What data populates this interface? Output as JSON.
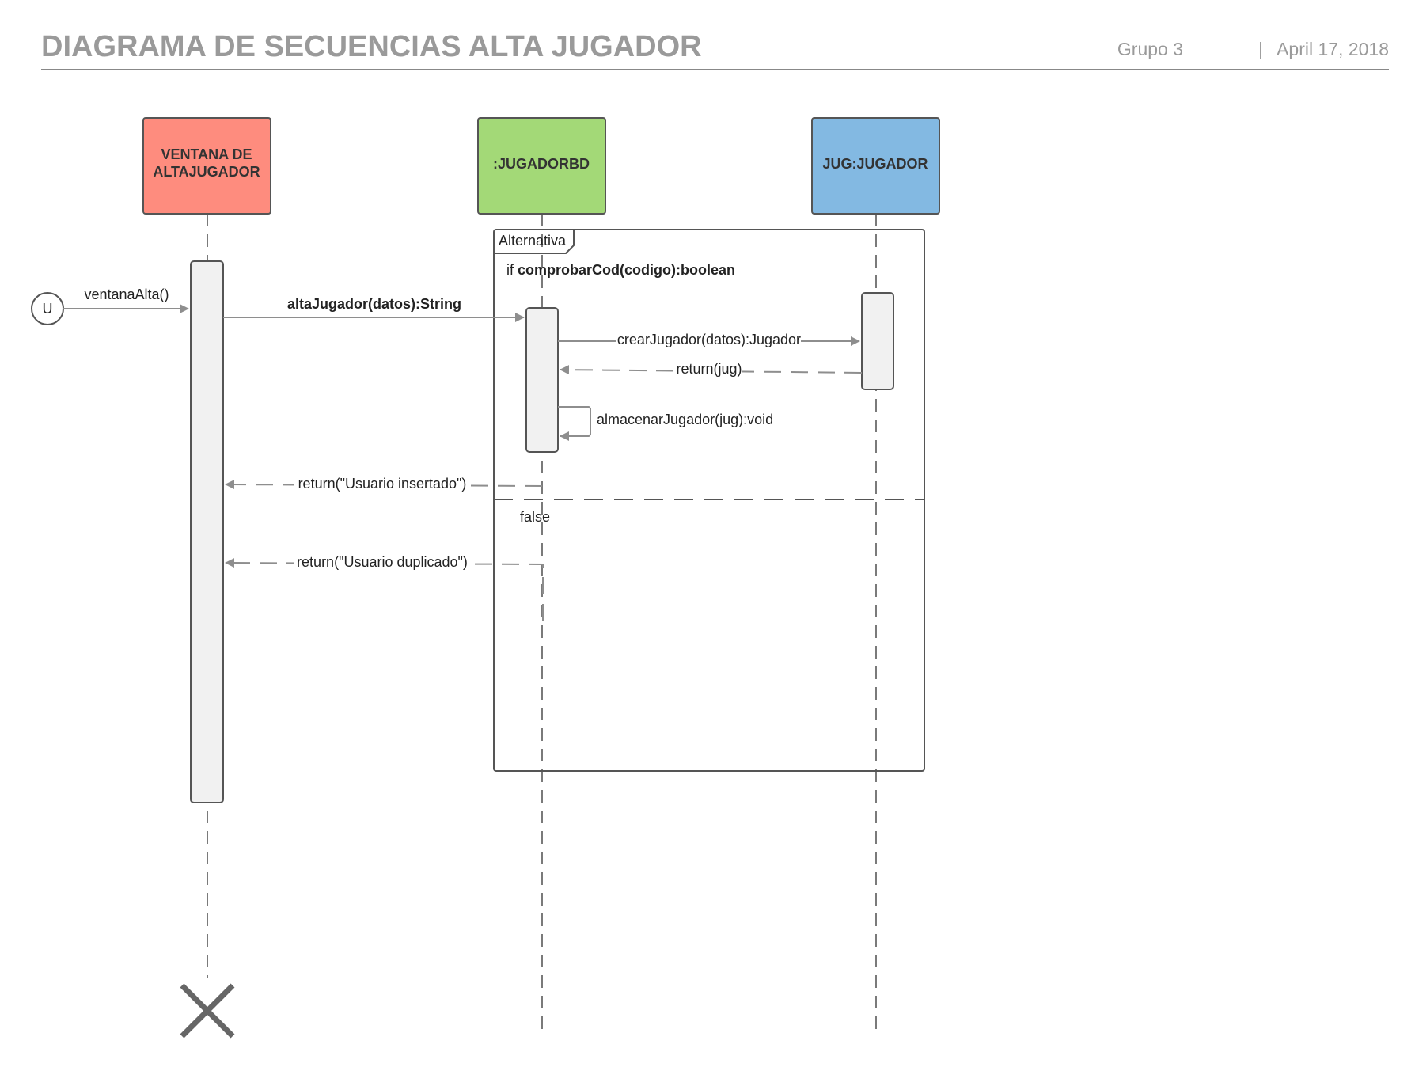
{
  "header": {
    "title": "DIAGRAMA DE SECUENCIAS ALTA JUGADOR",
    "group": "Grupo 3",
    "separator": "|",
    "date": "April 17, 2018"
  },
  "actors": [
    {
      "line1": "VENTANA DE",
      "line2": "ALTAJUGADOR",
      "color": "#fe8c7e"
    },
    {
      "line1": ":JUGADORBD",
      "line2": "",
      "color": "#a3d977"
    },
    {
      "line1": "JUG:JUGADOR",
      "line2": "",
      "color": "#83b9e2"
    }
  ],
  "user": {
    "label": "U"
  },
  "frame": {
    "label": "Alternativa",
    "guard_prefix": "if ",
    "guard_condition": "comprobarCod(codigo):boolean",
    "else_label": "false"
  },
  "messages": {
    "ventana_alta": "ventanaAlta()",
    "alta_jugador": "altaJugador(datos):String",
    "crear_jugador": "crearJugador(datos):Jugador",
    "return_jug": "return(jug)",
    "almacenar_jugador": "almacenarJugador(jug):void",
    "return_insertado": "return(\"Usuario insertado\")",
    "return_duplicado": "return(\"Usuario duplicado\")"
  },
  "colors": {
    "arrow": "#8e8e8e",
    "activation_fill": "#f1f1f1",
    "destroy": "#666666"
  }
}
